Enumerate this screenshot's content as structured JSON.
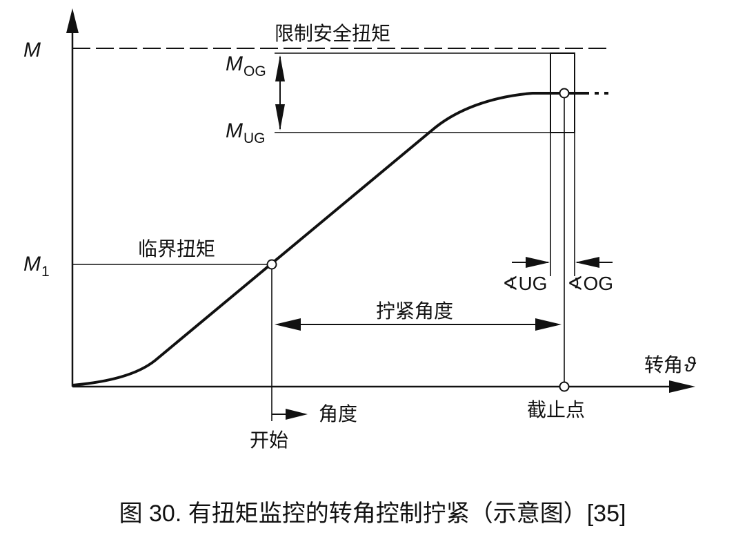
{
  "labels": {
    "m": "M",
    "m_og": "M",
    "m_og_sub": "OG",
    "m_ug": "M",
    "m_ug_sub": "UG",
    "m1": "M",
    "m1_sub": "1",
    "limit_torque": "限制安全扭矩",
    "critical_torque": "临界扭矩",
    "tighten_angle": "拧紧角度",
    "rotation_angle": "转角",
    "theta": "ϑ",
    "stop_point": "截止点",
    "angle": "角度",
    "start": "开始",
    "angle_ug": "∢UG",
    "angle_og": "∢OG"
  },
  "caption": "图 30. 有扭矩监控的转角控制拧紧（示意图）[35]",
  "colors": {
    "ink": "#111111",
    "background": "#ffffff"
  }
}
